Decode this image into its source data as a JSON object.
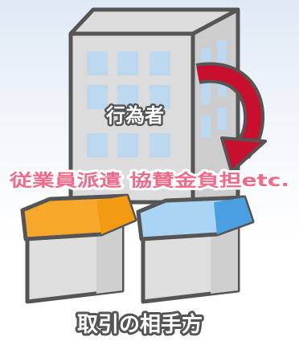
{
  "labels": {
    "actor": "行為者",
    "actions": "従業員派遣 協賛金負担etc.",
    "counterparty": "取引の相手方"
  },
  "colors": {
    "background_top": "#e6eef8",
    "building_fill": "#dcdcdc",
    "building_side": "#cfcfcf",
    "outline": "#555555",
    "window": "#bcd8ee",
    "arrow": "#c8102e",
    "action_text": "#f06a8a",
    "store_left_roof": "#f7a82a",
    "store_right_roof": "#a9d4f3",
    "store_wall": "#dedede"
  },
  "icons": {
    "building": "office-building-icon",
    "arrow": "curved-arrow-icon",
    "store_left": "store-orange-roof-icon",
    "store_right": "store-blue-roof-icon"
  }
}
